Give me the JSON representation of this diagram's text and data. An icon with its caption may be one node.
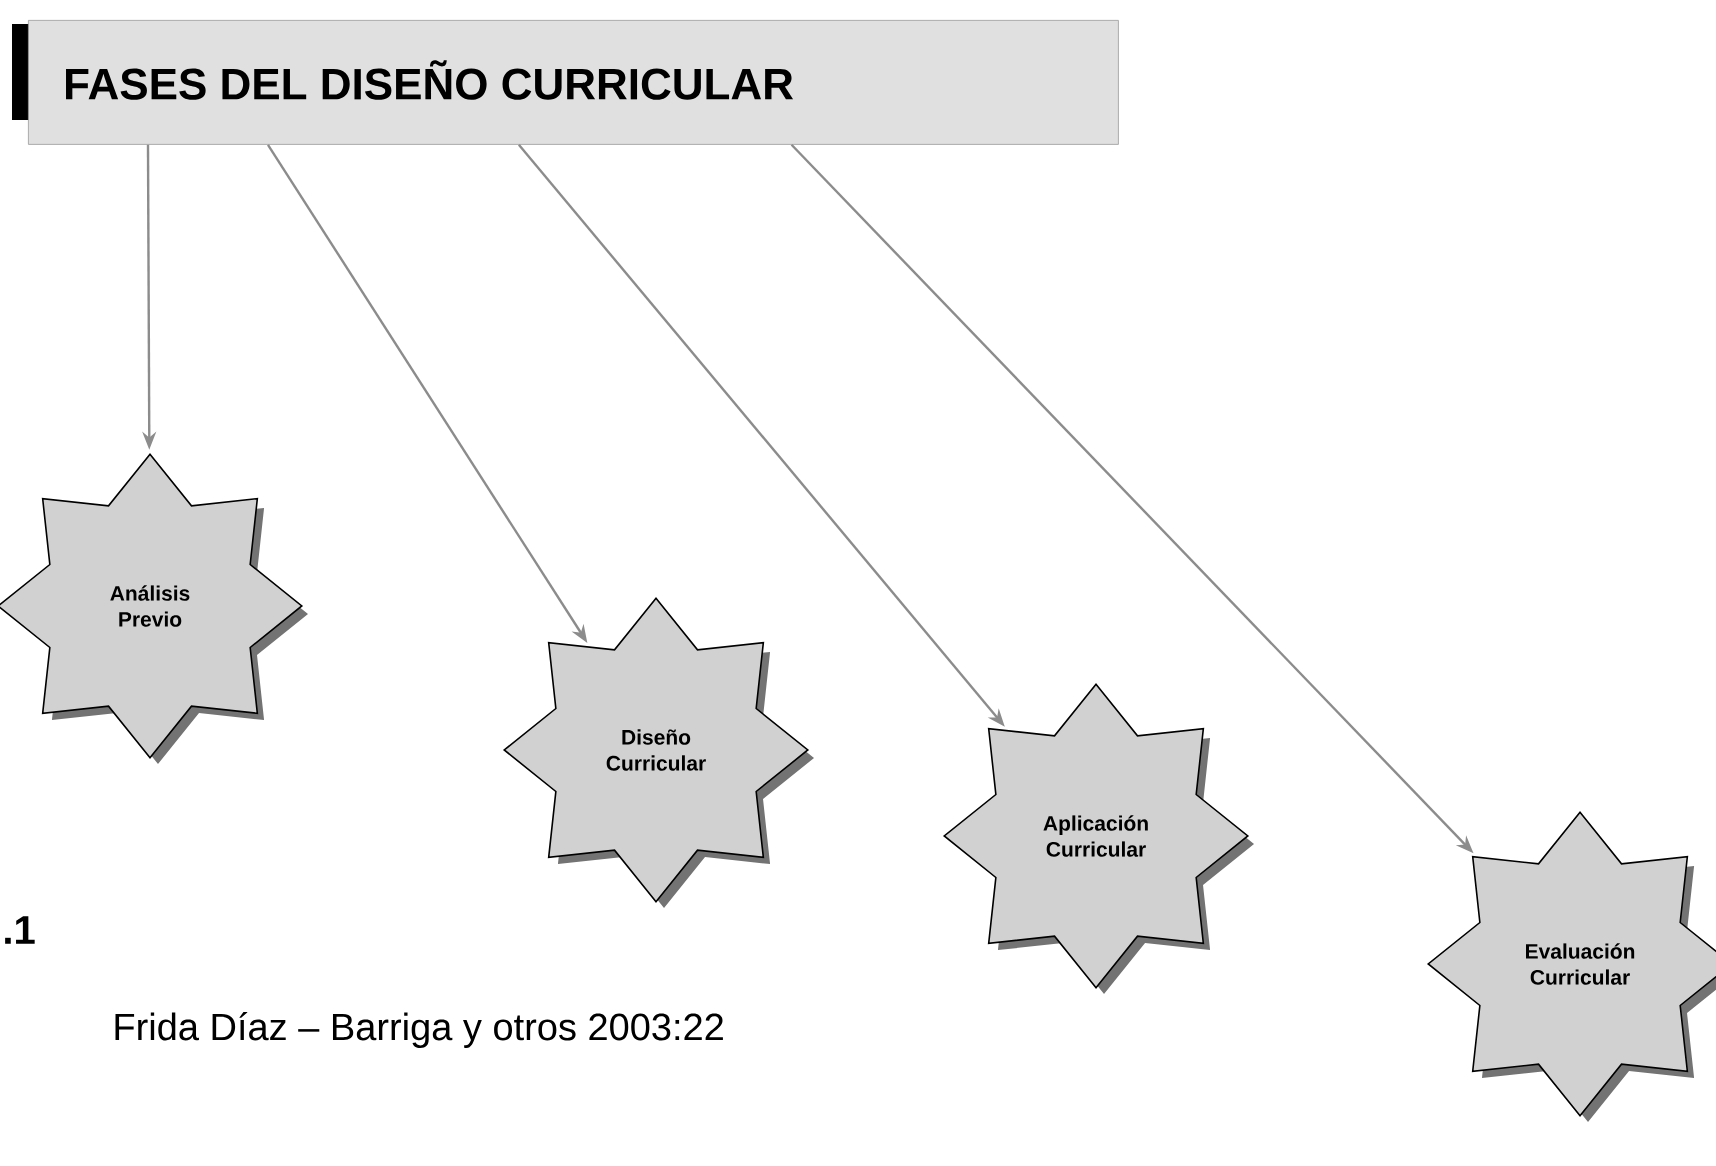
{
  "diagram": {
    "nodes": [
      {
        "text": [
          "FASES DEL DISEÑO CURRICULAR"
        ]
      },
      {
        "text": [
          "Análisis Previo"
        ]
      },
      {
        "text": [
          "Diseño Curricular"
        ]
      },
      {
        "text": [
          "Aplicación Curricular"
        ]
      },
      {
        "text": [
          "Evaluación Curricular"
        ]
      }
    ],
    "edges": [
      {
        "from": 0,
        "to": 1,
        "arrow": "to"
      },
      {
        "from": 0,
        "to": 2,
        "arrow": "to"
      },
      {
        "from": 0,
        "to": 3,
        "arrow": "to"
      },
      {
        "from": 0,
        "to": 4,
        "arrow": "to"
      }
    ],
    "labels": [
      ".1",
      "Frida Díaz – Barriga y otros 2003:22"
    ]
  }
}
